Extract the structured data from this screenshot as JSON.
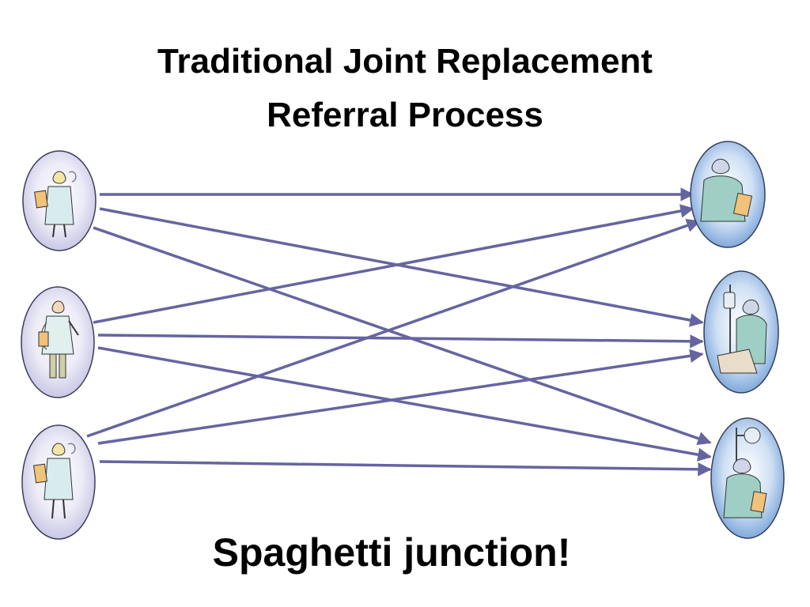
{
  "slide": {
    "title_line_1": "Traditional Joint Replacement",
    "title_line_2": "Referral Process",
    "caption": "Spaghetti junction!"
  },
  "diagram": {
    "referrers": [
      {
        "id": "gp-1",
        "figure": "doctor-with-clipboard-icon"
      },
      {
        "id": "gp-2",
        "figure": "doctor-with-stethoscope-icon"
      },
      {
        "id": "gp-3",
        "figure": "doctor-with-clipboard-icon"
      }
    ],
    "surgeons": [
      {
        "id": "surgeon-1",
        "figure": "surgeon-with-clipboard-icon"
      },
      {
        "id": "surgeon-2",
        "figure": "surgeon-with-iv-drip-icon"
      },
      {
        "id": "surgeon-3",
        "figure": "surgeon-with-operating-lamp-icon"
      }
    ],
    "referrals": [
      {
        "from": 0,
        "to": 0
      },
      {
        "from": 0,
        "to": 1
      },
      {
        "from": 0,
        "to": 2
      },
      {
        "from": 1,
        "to": 0
      },
      {
        "from": 1,
        "to": 1
      },
      {
        "from": 1,
        "to": 2
      },
      {
        "from": 2,
        "to": 0
      },
      {
        "from": 2,
        "to": 1
      },
      {
        "from": 2,
        "to": 2
      }
    ],
    "colors": {
      "arrow": "#6664a0",
      "oval_border": "#3a3e5c",
      "oval_center": "#ffffff",
      "referrer_oval_edge": "#c2bfe0",
      "surgeon_oval_edge": "#6f9dd6",
      "coat": "#d8ecef",
      "scrubs": "#9fcfc4"
    }
  }
}
